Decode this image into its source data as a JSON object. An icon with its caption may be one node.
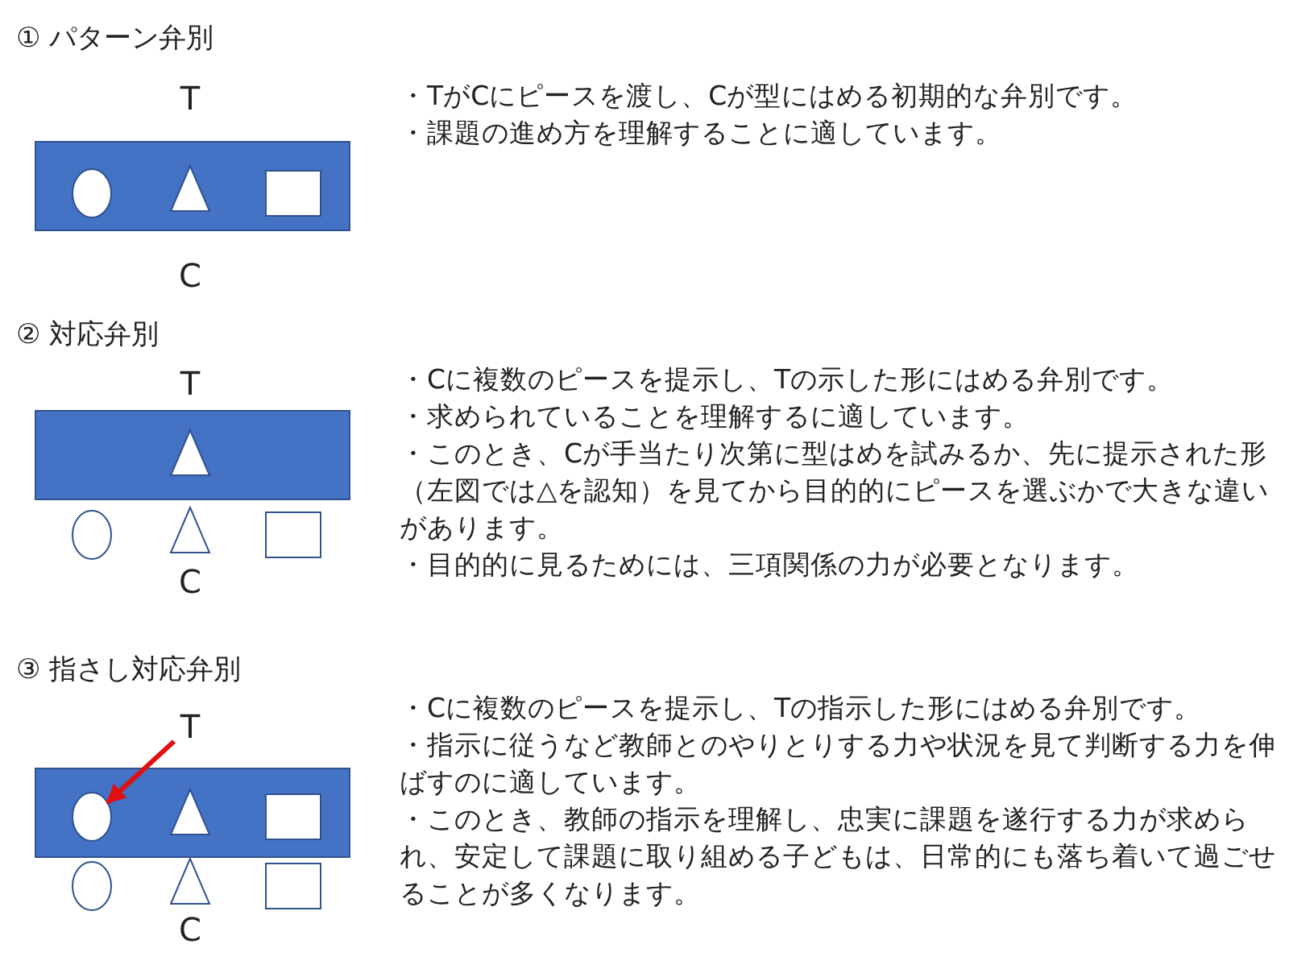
{
  "diagram": {
    "nodes": [
      {
        "text": [],
        "shape": "circle"
      },
      {
        "text": [
          "T"
        ]
      },
      {
        "text": [],
        "shape": "circle"
      }
    ],
    "edges": [
      {
        "from": 1,
        "to": 2,
        "arrow": "to"
      }
    ],
    "labels": [
      "① パターン弁別",
      "T",
      "C",
      "・TがCにピースを渡し、Cが型にはめる初期的な弁別です。",
      "・課題の進め方を理解することに適しています。",
      "② 対応弁別",
      "T",
      "C",
      "・Cに複数のピースを提示し、Tの示した形にはめる弁別です。",
      "・求められていることを理解するに適しています。",
      "・このとき、Cが手当たり次第に型はめを試みるか、先に提示された形（左図では△を認知）を見てから目的的にピースを選ぶかで大きな違いがあります。",
      "・目的的に見るためには、三項関係の力が必要となります。",
      "③ 指さし対応弁別",
      "C",
      "・Cに複数のピースを提示し、Tの指示した形にはめる弁別です。",
      "・指示に従うなど教師とのやりとりする力や状況を見て判断する力を伸ばすのに適しています。",
      "・このとき、教師の指示を理解し、忠実に課題を遂行する力が求められ、安定して課題に取り組める子どもは、日常的にも落ち着いて過ごせることが多くなります。"
    ]
  }
}
